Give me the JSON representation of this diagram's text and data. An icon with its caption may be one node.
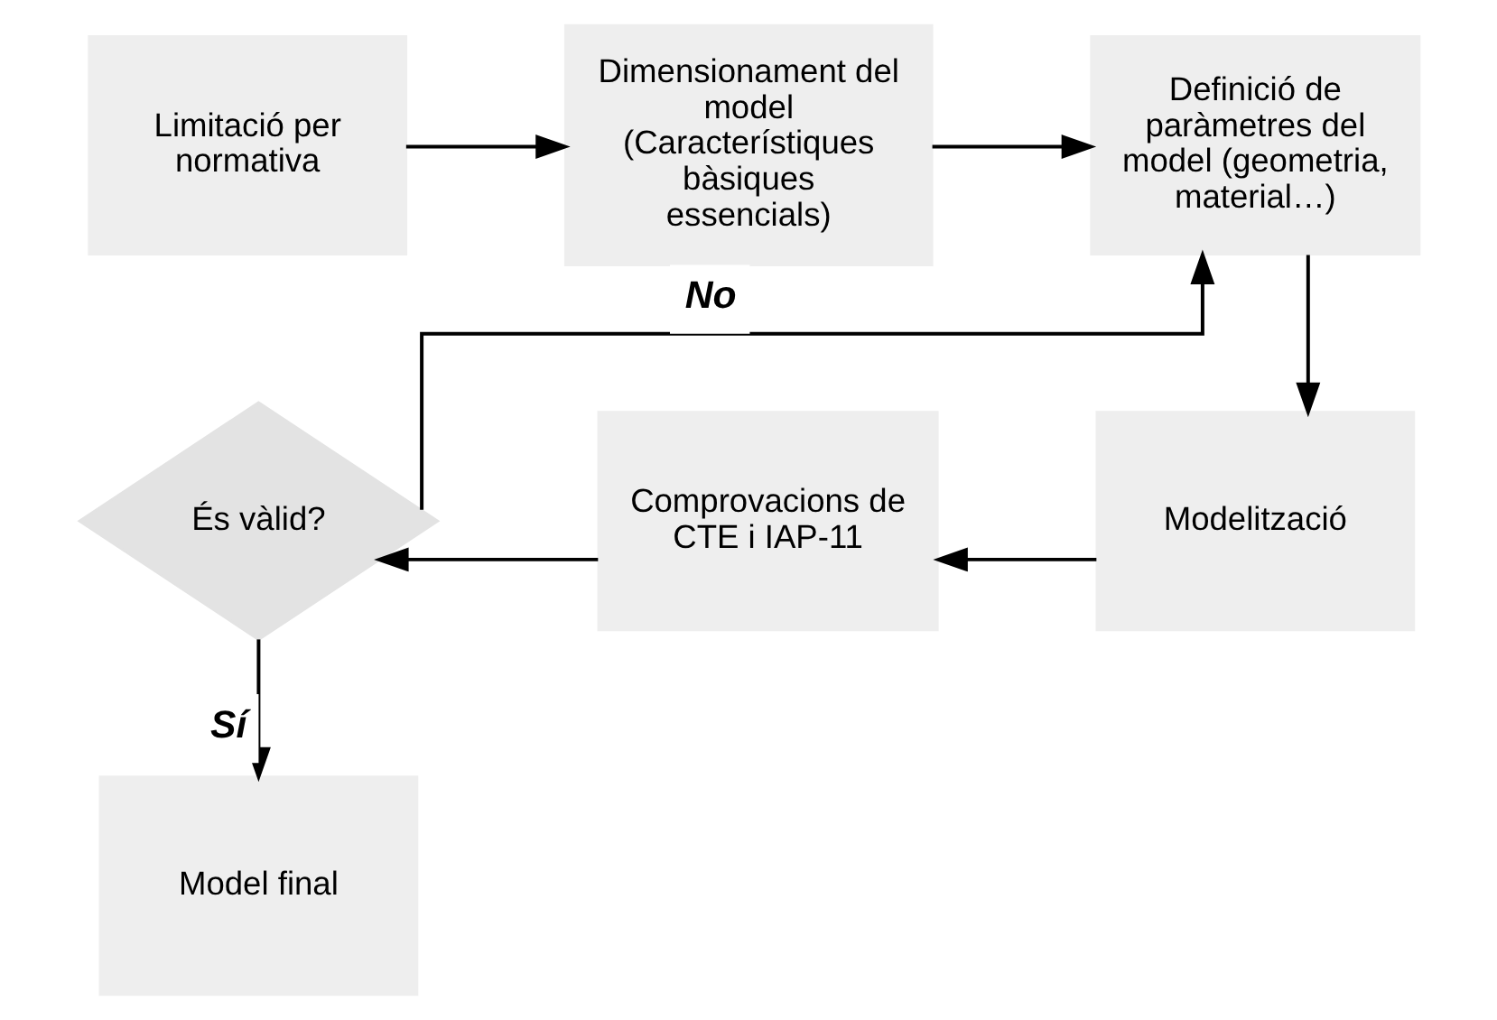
{
  "diagram": {
    "nodes": [
      {
        "text": [
          "Limitació per normativa"
        ]
      },
      {
        "text": [
          "Dimensionament del model (Característiques bàsiques essencials)"
        ]
      },
      {
        "text": [
          "Definició de paràmetres del model (geometria, material…)"
        ]
      },
      {
        "text": [
          "Modelització"
        ]
      },
      {
        "text": [
          "Comprovacions de CTE i IAP-11"
        ]
      },
      {
        "text": [
          "És vàlid?"
        ]
      },
      {
        "text": [
          "Model final"
        ]
      }
    ],
    "edges": [
      {
        "from": 0,
        "to": 1,
        "arrow": "to"
      },
      {
        "from": 1,
        "to": 2,
        "arrow": "to"
      },
      {
        "from": 2,
        "to": 3,
        "arrow": "to"
      },
      {
        "from": 3,
        "to": 4,
        "arrow": "to"
      },
      {
        "from": 4,
        "to": 5,
        "arrow": "to"
      },
      {
        "from": 5,
        "to": 2,
        "arrow": "to",
        "label": "No"
      },
      {
        "from": 5,
        "to": 6,
        "arrow": "to",
        "label": "Sí"
      }
    ]
  }
}
